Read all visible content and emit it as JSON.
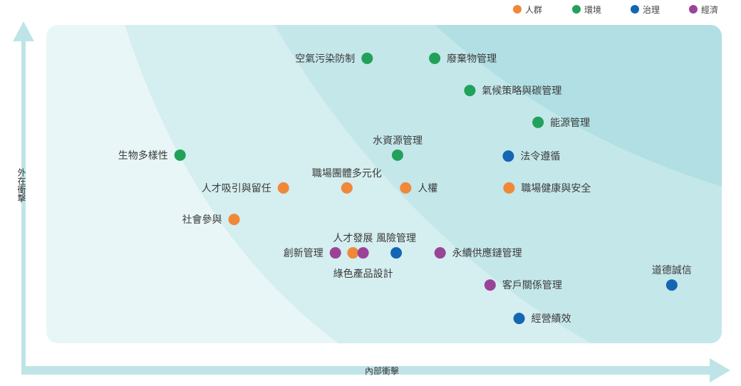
{
  "chart_data": {
    "type": "scatter",
    "title": "",
    "xlabel": "內部衝擊",
    "ylabel": "外在衝擊",
    "xlim": [
      0,
      100
    ],
    "ylim": [
      0,
      100
    ],
    "grid": false,
    "legend_position": "top-right",
    "legend": [
      {
        "name": "人群",
        "color": "#f0883a"
      },
      {
        "name": "環境",
        "color": "#22a15a"
      },
      {
        "name": "治理",
        "color": "#1466b3"
      },
      {
        "name": "經濟",
        "color": "#9a4497"
      }
    ],
    "points": [
      {
        "label": "空氣污染防制",
        "category": "環境",
        "x": 47.5,
        "y": 89.5,
        "label_side": "left"
      },
      {
        "label": "廢棄物管理",
        "category": "環境",
        "x": 57.5,
        "y": 89.5,
        "label_side": "right"
      },
      {
        "label": "氣候策略與碳管理",
        "category": "環境",
        "x": 62.7,
        "y": 79.4,
        "label_side": "right"
      },
      {
        "label": "能源管理",
        "category": "環境",
        "x": 72.8,
        "y": 69.4,
        "label_side": "right"
      },
      {
        "label": "水資源管理",
        "category": "環境",
        "x": 52.0,
        "y": 59.1,
        "label_side": "above"
      },
      {
        "label": "生物多樣性",
        "category": "環境",
        "x": 19.8,
        "y": 59.1,
        "label_side": "left"
      },
      {
        "label": "法令遵循",
        "category": "治理",
        "x": 68.4,
        "y": 58.8,
        "label_side": "right"
      },
      {
        "label": "職場團體多元化",
        "category": "人群",
        "x": 44.5,
        "y": 48.8,
        "label_side": "above"
      },
      {
        "label": "人才吸引與留任",
        "category": "人群",
        "x": 35.1,
        "y": 48.8,
        "label_side": "left"
      },
      {
        "label": "人權",
        "category": "人群",
        "x": 53.2,
        "y": 48.8,
        "label_side": "right"
      },
      {
        "label": "職場健康與安全",
        "category": "人群",
        "x": 68.5,
        "y": 48.8,
        "label_side": "right"
      },
      {
        "label": "社會參與",
        "category": "人群",
        "x": 27.8,
        "y": 38.9,
        "label_side": "left"
      },
      {
        "label": "創新管理",
        "category": "經濟",
        "x": 42.8,
        "y": 28.4,
        "label_side": "left"
      },
      {
        "label": "人才發展",
        "category": "人群",
        "x": 45.4,
        "y": 28.4,
        "label_side": "above"
      },
      {
        "label": "綠色產品設計",
        "category": "經濟",
        "x": 46.9,
        "y": 28.4,
        "label_side": "below"
      },
      {
        "label": "風險管理",
        "category": "治理",
        "x": 51.8,
        "y": 28.4,
        "label_side": "above"
      },
      {
        "label": "永續供應鏈管理",
        "category": "經濟",
        "x": 58.3,
        "y": 28.4,
        "label_side": "right"
      },
      {
        "label": "客戶關係管理",
        "category": "經濟",
        "x": 65.7,
        "y": 18.3,
        "label_side": "right"
      },
      {
        "label": "道德誠信",
        "category": "治理",
        "x": 92.6,
        "y": 18.3,
        "label_side": "above"
      },
      {
        "label": "經營績效",
        "category": "治理",
        "x": 70.0,
        "y": 7.8,
        "label_side": "right"
      }
    ]
  }
}
